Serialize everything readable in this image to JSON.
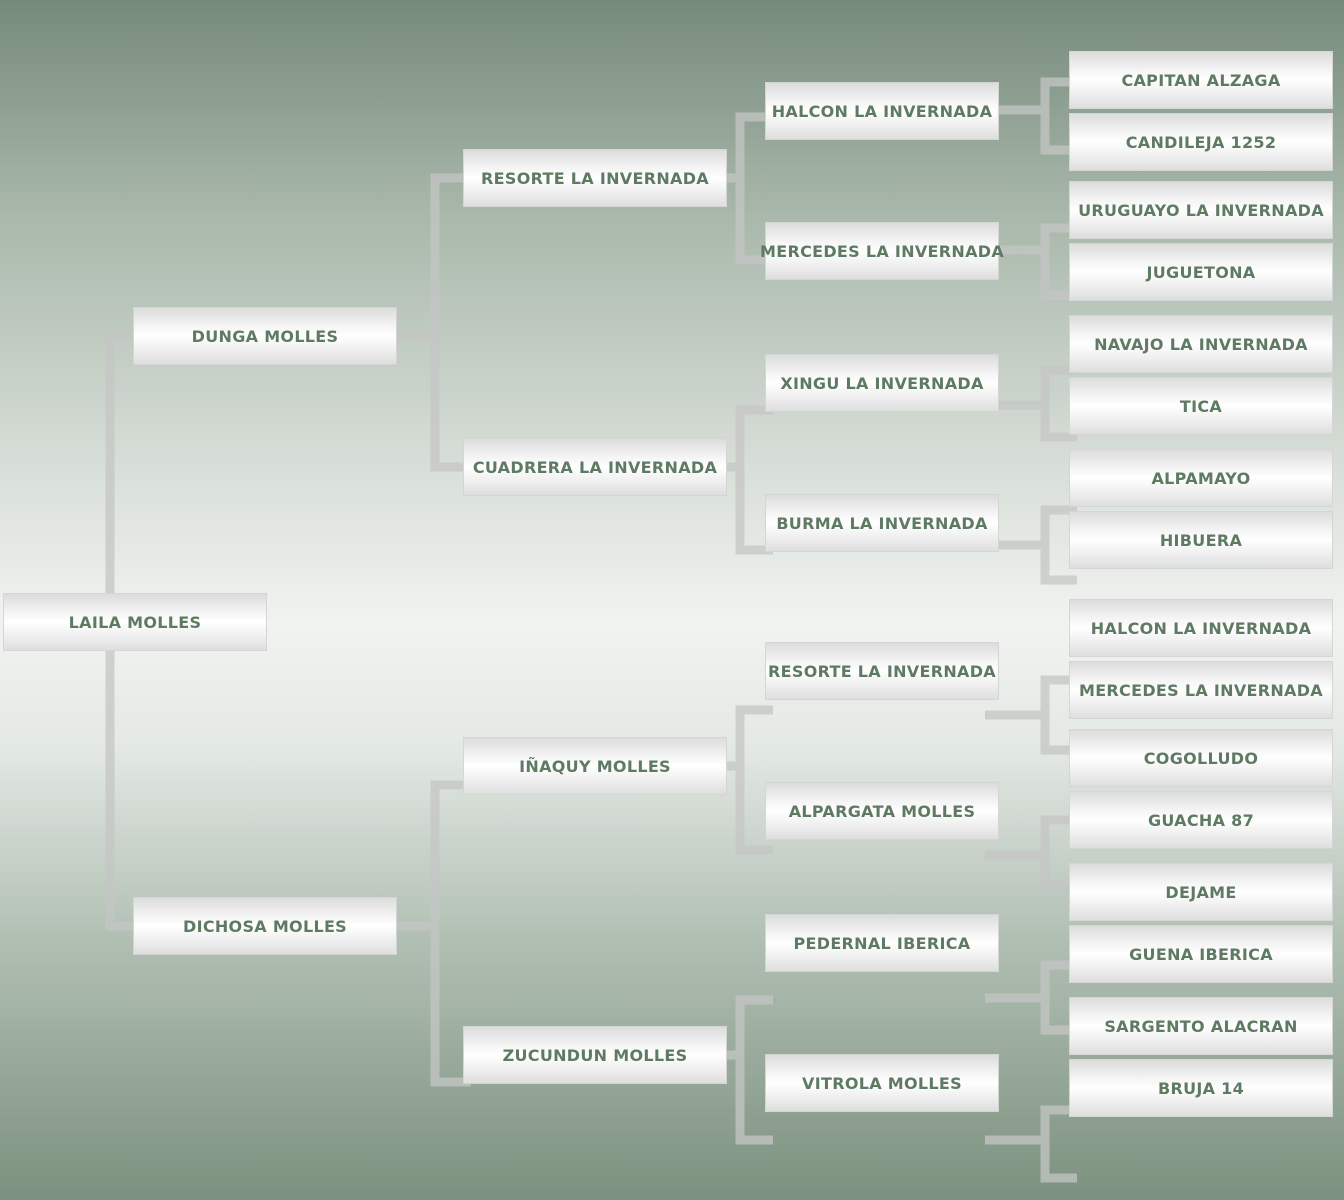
{
  "pedigree": {
    "subject": "LAILA MOLLES",
    "parents": [
      "DUNGA MOLLES",
      "DICHOSA MOLLES"
    ],
    "grandparents": [
      "RESORTE LA INVERNADA",
      "CUADRERA LA INVERNADA",
      "IÑAQUY MOLLES",
      "ZUCUNDUN MOLLES"
    ],
    "great_grandparents": [
      "HALCON LA INVERNADA",
      "MERCEDES LA INVERNADA",
      "XINGU LA INVERNADA",
      "BURMA LA INVERNADA",
      "RESORTE LA INVERNADA",
      "ALPARGATA MOLLES",
      "PEDERNAL IBERICA",
      "VITROLA MOLLES"
    ],
    "great_great_grandparents": [
      "CAPITAN ALZAGA",
      "CANDILEJA 1252",
      "URUGUAYO LA INVERNADA",
      "JUGUETONA",
      "NAVAJO LA INVERNADA",
      "TICA",
      "ALPAMAYO",
      "HIBUERA",
      "HALCON LA INVERNADA",
      "MERCEDES LA INVERNADA",
      "COGOLLUDO",
      "GUACHA 87",
      "DEJAME",
      "GUENA IBERICA",
      "SARGENTO ALACRAN",
      "BRUJA 14"
    ]
  },
  "colors": {
    "text": "#5e7a62",
    "connector": "#c4c6c4"
  }
}
